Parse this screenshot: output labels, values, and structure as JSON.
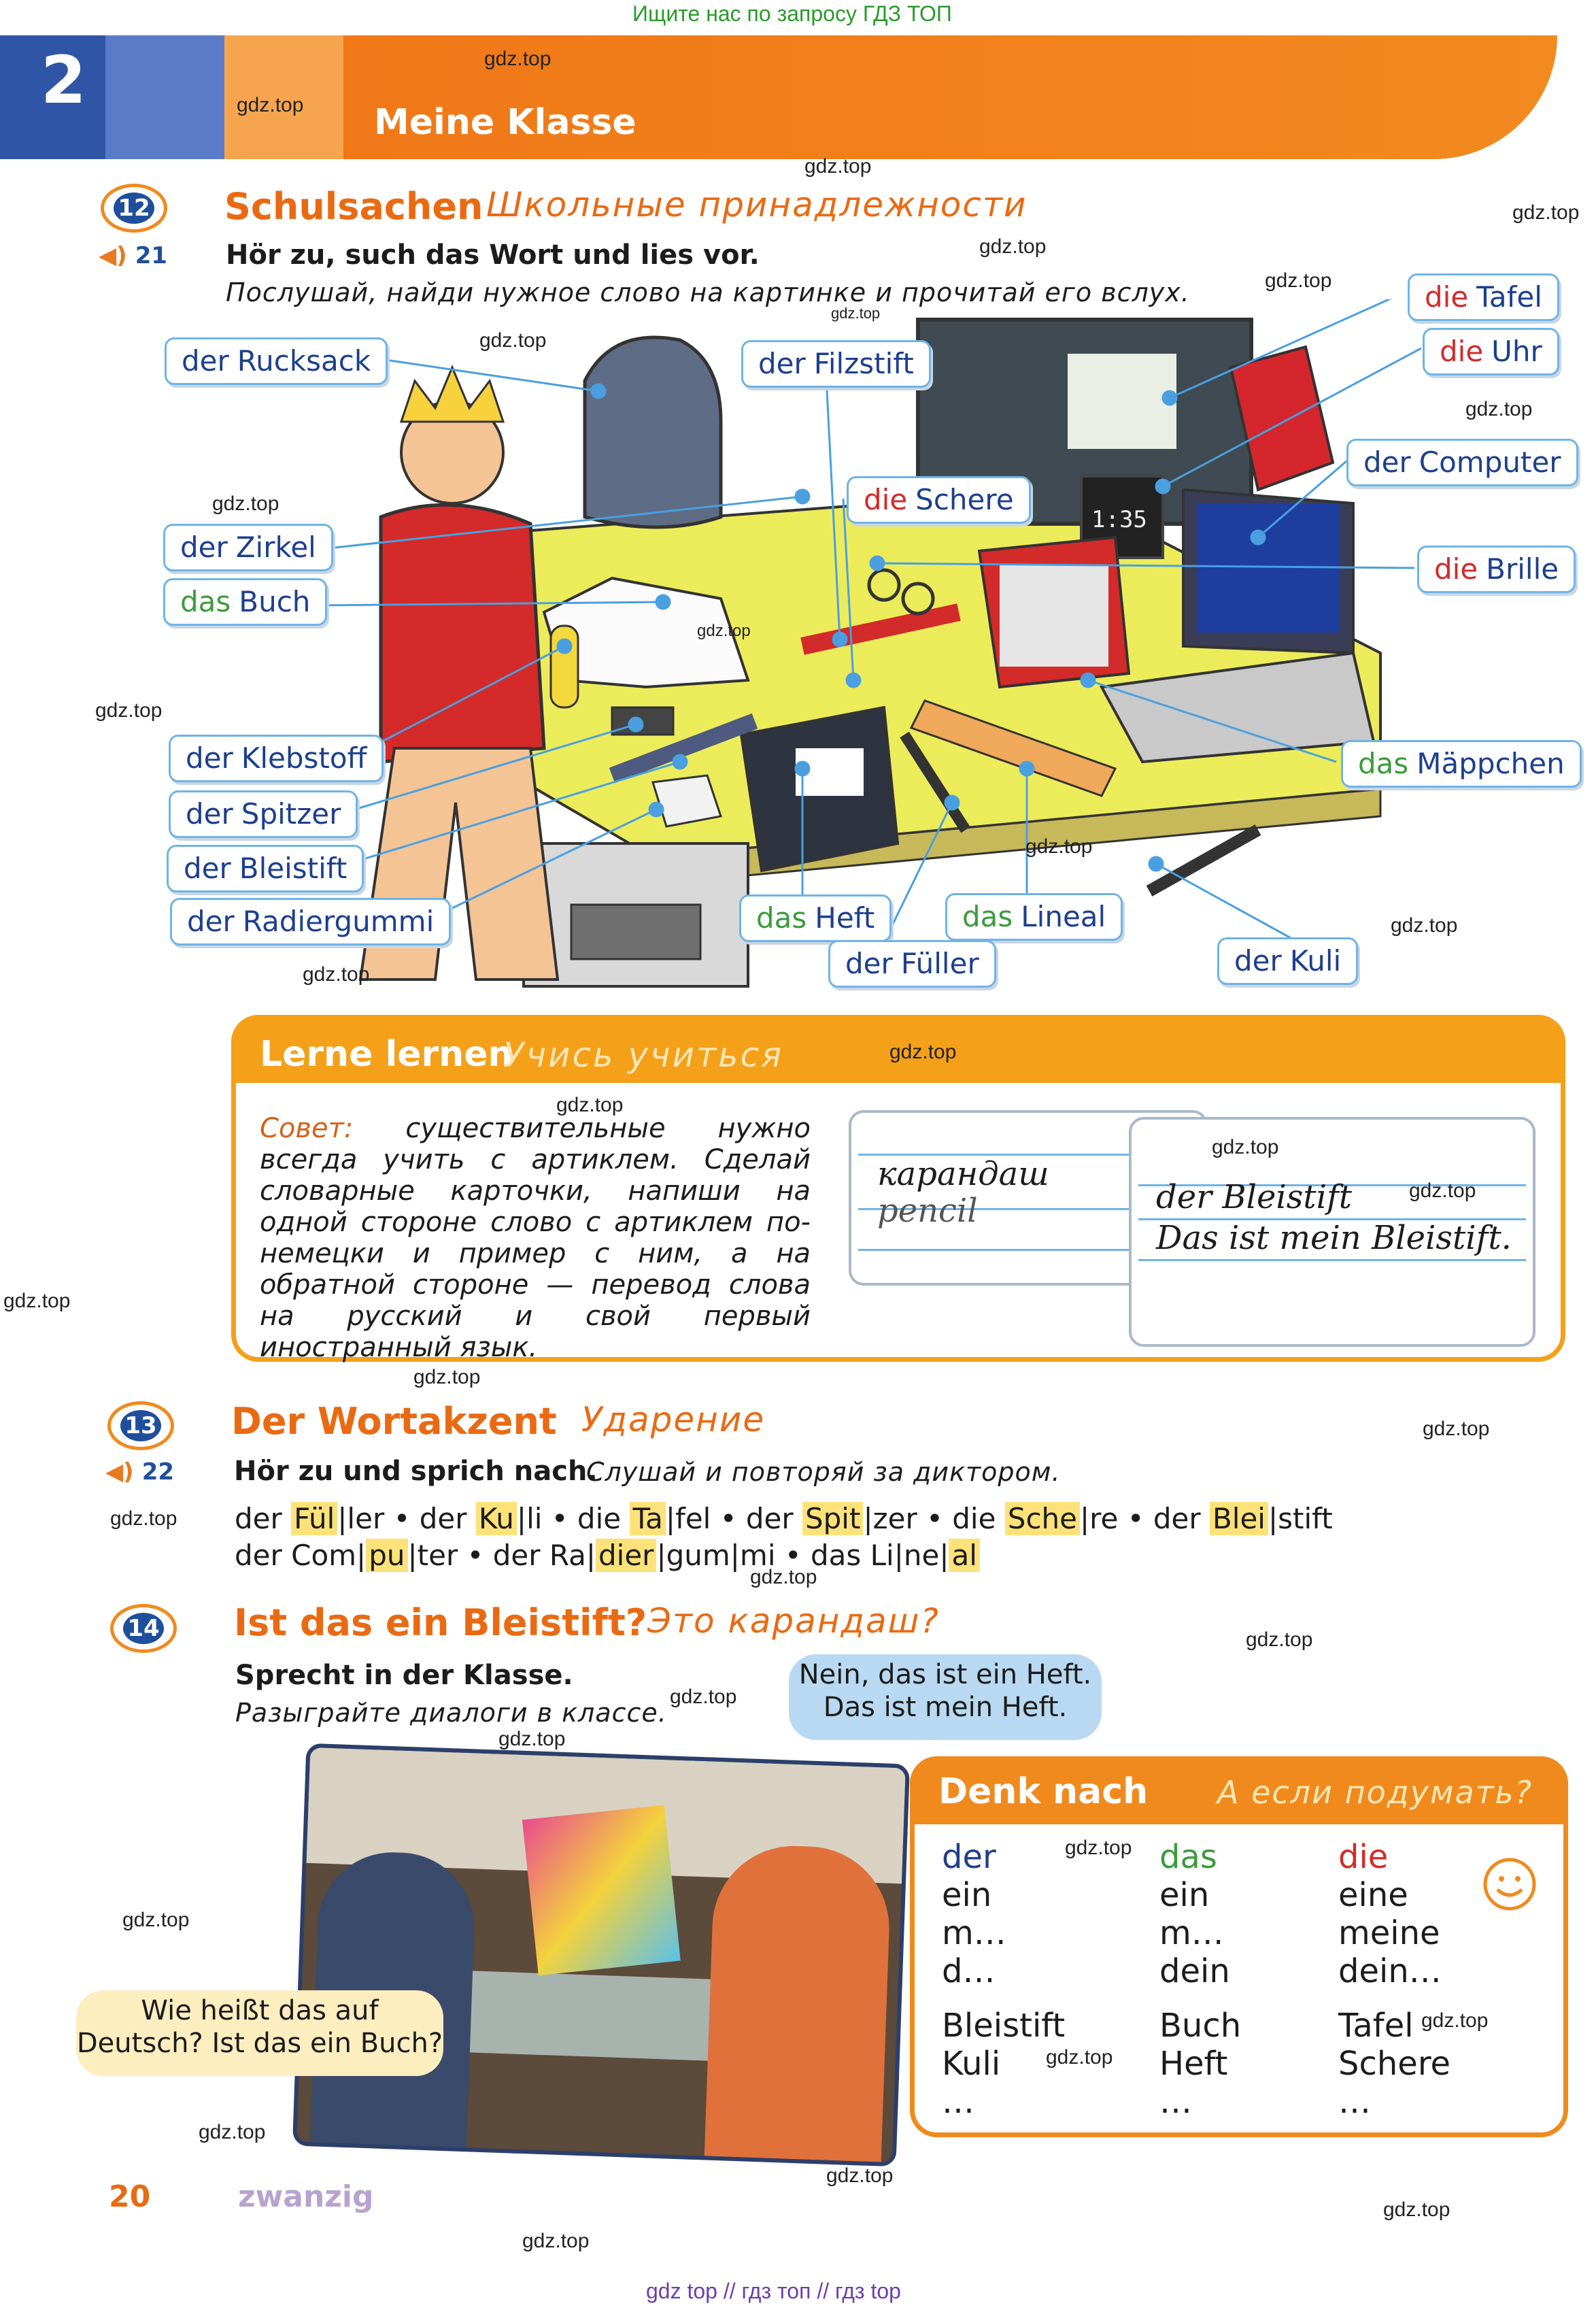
{
  "top_banner": "Ищите нас по запросу ГДЗ ТОП",
  "bottom_banner": "gdz top  //  гдз топ  //  гдз top",
  "watermark": "gdz.top",
  "header": {
    "unit": "2",
    "title": "Meine Klasse"
  },
  "ex12": {
    "number": "12",
    "audio": "21",
    "title_de": "Schulsachen",
    "title_ru": "Школьные принадлежности",
    "instr_de": "Hör zu, such das Wort und lies vor.",
    "instr_ru": "Послушай, найди нужное слово на картинке и прочитай его вслух.",
    "labels": [
      {
        "article": "der",
        "noun": "Rucksack"
      },
      {
        "article": "der",
        "noun": "Filzstift"
      },
      {
        "article": "die",
        "noun": "Tafel"
      },
      {
        "article": "die",
        "noun": "Uhr"
      },
      {
        "article": "der",
        "noun": "Computer"
      },
      {
        "article": "die",
        "noun": "Schere"
      },
      {
        "article": "der",
        "noun": "Zirkel"
      },
      {
        "article": "das",
        "noun": "Buch"
      },
      {
        "article": "die",
        "noun": "Brille"
      },
      {
        "article": "der",
        "noun": "Klebstoff"
      },
      {
        "article": "das",
        "noun": "Mäppchen"
      },
      {
        "article": "der",
        "noun": "Spitzer"
      },
      {
        "article": "der",
        "noun": "Bleistift"
      },
      {
        "article": "der",
        "noun": "Radiergummi"
      },
      {
        "article": "das",
        "noun": "Heft"
      },
      {
        "article": "das",
        "noun": "Lineal"
      },
      {
        "article": "der",
        "noun": "Füller"
      },
      {
        "article": "der",
        "noun": "Kuli"
      }
    ]
  },
  "lerne": {
    "title_de": "Lerne lernen",
    "title_ru": "Учись учиться",
    "tip_label": "Совет:",
    "tip_text": " существительные нужно всегда учить с артиклем. Сделай словарные карточки, напиши на одной стороне слово с артиклем по-немецки и пример с ним, а на обратной стороне — перевод слова на русский и свой первый иностранный язык.",
    "card1_line1": "карандаш",
    "card1_line2": "pencil",
    "card2_line1": "der Bleistift",
    "card2_line2": "Das ist mein Bleistift."
  },
  "ex13": {
    "number": "13",
    "audio": "22",
    "title_de": "Der Wortakzent",
    "title_ru": "Ударение",
    "instr_de": "Hör zu und sprich nach.",
    "instr_ru": "Слушай и повторяй за диктором.",
    "sep": "•",
    "w1": {
      "a": "der ",
      "h": "Fül",
      "b": "|ler"
    },
    "w2": {
      "a": "der ",
      "h": "Ku",
      "b": "|li"
    },
    "w3": {
      "a": "die ",
      "h": "Ta",
      "b": "|fel"
    },
    "w4": {
      "a": "der ",
      "h": "Spit",
      "b": "|zer"
    },
    "w5": {
      "a": "die ",
      "h": "Sche",
      "b": "|re"
    },
    "w6": {
      "a": "der ",
      "h": "Blei",
      "b": "|stift"
    },
    "w7": {
      "a": "der Com|",
      "h": "pu",
      "b": "|ter"
    },
    "w8": {
      "a": "der Ra|",
      "h": "dier",
      "b": "|gum|mi"
    },
    "w9": {
      "a": "das Li|ne|",
      "h": "al",
      "b": ""
    }
  },
  "ex14": {
    "number": "14",
    "title_de": "Ist das ein Bleistift?",
    "title_ru": "Это карандаш?",
    "instr_de": "Sprecht in der Klasse.",
    "instr_ru": "Разыграйте диалоги в классе.",
    "bubble_right_1": "Nein, das ist ein Heft.",
    "bubble_right_2": "Das ist mein Heft.",
    "bubble_left_1": "Wie heißt das auf",
    "bubble_left_2": "Deutsch? Ist das ein Buch?"
  },
  "denk": {
    "title_de": "Denk nach",
    "title_ru": "А если подумать?",
    "col1": [
      "der",
      "ein",
      "m…",
      "d…",
      "Bleistift",
      "Kuli",
      "…"
    ],
    "col2": [
      "das",
      "ein",
      "m…",
      "dein",
      "Buch",
      "Heft",
      "…"
    ],
    "col3": [
      "die",
      "eine",
      "meine",
      "dein…",
      "Tafel",
      "Schere",
      "…"
    ]
  },
  "footer": {
    "page_number": "20",
    "page_word": "zwanzig"
  }
}
